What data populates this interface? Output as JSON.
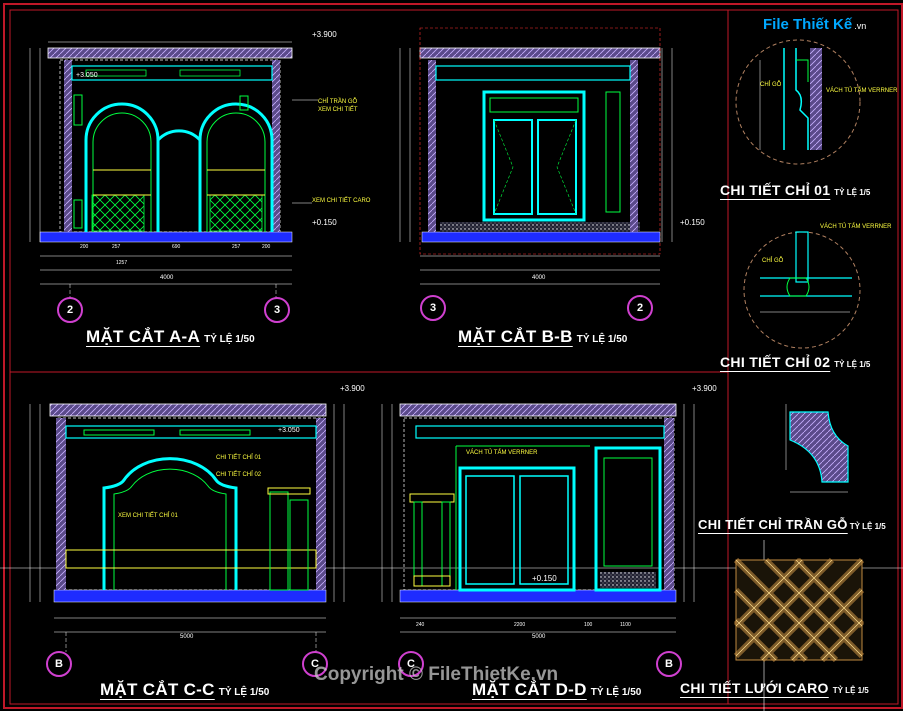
{
  "logo": {
    "name": "File Thiết Kế",
    "domain": ".vn"
  },
  "watermark": "Copyright © FileThietKe.vn",
  "sections": [
    {
      "title": "MẶT CẮT A-A",
      "scale": "TỶ LỆ 1/50",
      "axis_left": "2",
      "axis_right": "3"
    },
    {
      "title": "MẶT CẮT B-B",
      "scale": "TỶ LỆ 1/50",
      "axis_left": "3",
      "axis_right": "2"
    },
    {
      "title": "MẶT CẮT C-C",
      "scale": "TỶ LỆ 1/50",
      "axis_left": "B",
      "axis_right": "C"
    },
    {
      "title": "MẶT CẮT D-D",
      "scale": "TỶ LỆ 1/50",
      "axis_left": "C",
      "axis_right": "B"
    }
  ],
  "details": [
    {
      "title": "CHI TIẾT CHỈ 01",
      "scale": "TỶ LỆ 1/5"
    },
    {
      "title": "CHI TIẾT CHỈ 02",
      "scale": "TỶ LỆ 1/5"
    },
    {
      "title": "CHI TIẾT CHỈ TRẦN GỖ",
      "scale": "TỶ LỆ 1/5"
    },
    {
      "title": "CHI TIẾT LƯỚI CARO",
      "scale": "TỶ LỆ 1/5"
    }
  ],
  "notes": {
    "aa_ceiling": "CHỈ TRẦN GỖ XEM CHI TIẾT",
    "aa_caro": "XEM CHI TIẾT CARO",
    "cc_chi01": "CHI TIẾT CHỈ 01",
    "cc_chi02": "CHI TIẾT CHỈ 02",
    "cc_xem": "XEM CHI TIẾT CHỈ 01",
    "dd_vach": "VÁCH TỦ TẤM VERRNER",
    "d1_vach": "VÁCH TỦ TẤM VERRNER",
    "d1_chi": "CHỈ GỖ",
    "d2_vach": "VÁCH TỦ TẤM VERRNER",
    "d2_chi": "CHỈ GỖ"
  },
  "elevations": {
    "top": "+3.900",
    "mid": "+3.050",
    "floor": "+0.150"
  },
  "dims": {
    "aa_total": "4000",
    "bb_total": "4000",
    "cc_total": "5000",
    "dd_total": "5000",
    "aa_parts": [
      "200",
      "257",
      "690",
      "257",
      "200"
    ],
    "aa_mid": "1257",
    "dd_parts": [
      "240",
      "2200",
      "100",
      "1100"
    ]
  },
  "colors": {
    "frame": "#c01828",
    "cyan": "#00ffff",
    "green": "#00ff40",
    "yellow": "#ffff40",
    "blue_floor": "#1e2cff",
    "magenta": "#d040d0"
  }
}
